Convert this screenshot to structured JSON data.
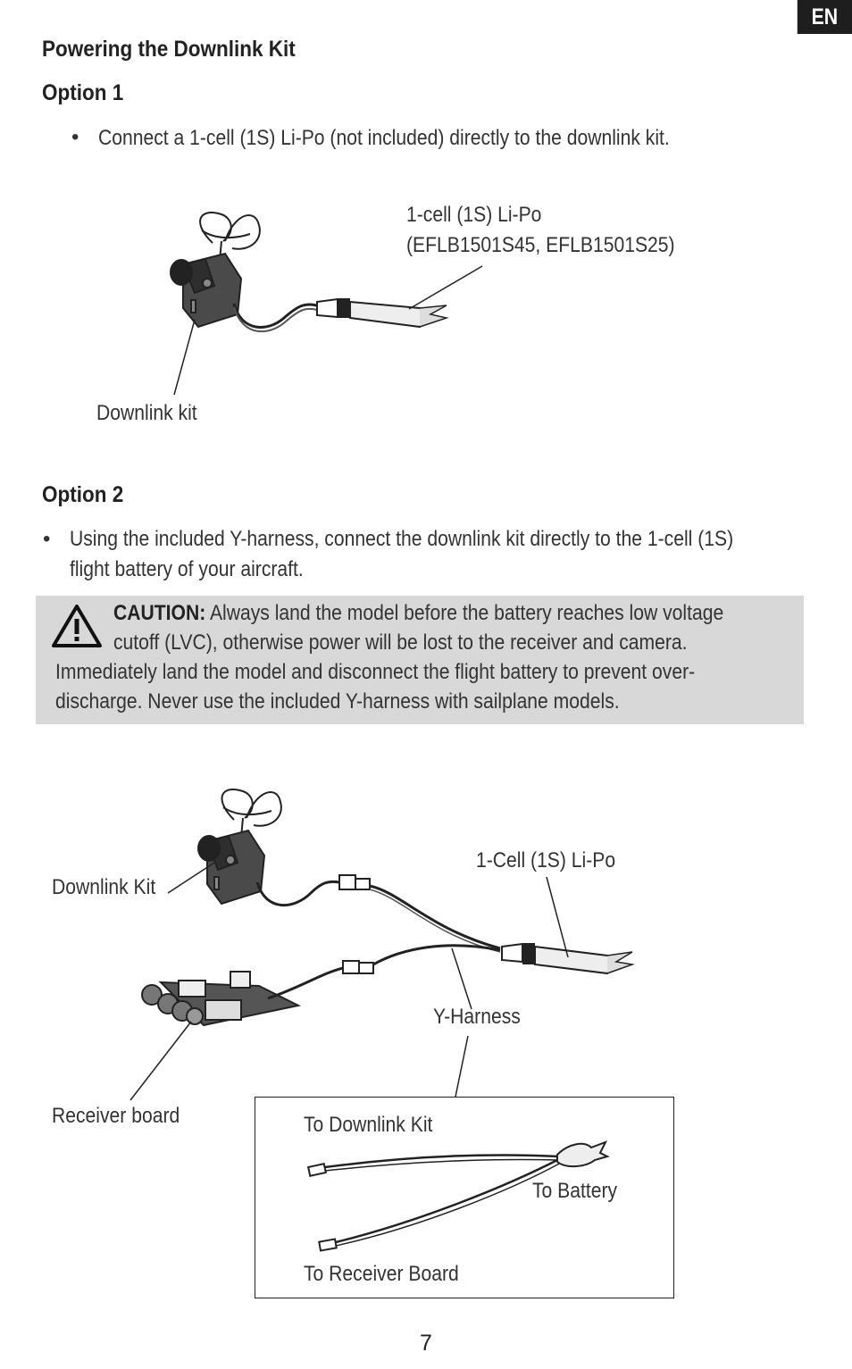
{
  "lang_tab": "EN",
  "section_title": "Powering the Downlink Kit",
  "option1": {
    "heading": "Option 1",
    "bullet": "Connect a 1-cell (1S) Li-Po (not included) directly to the downlink kit.",
    "figure": {
      "battery_label_line1": "1-cell (1S) Li-Po",
      "battery_label_line2": "(EFLB1501S45, EFLB1501S25)",
      "downlink_label": "Downlink kit"
    }
  },
  "option2": {
    "heading": "Option 2",
    "bullet_line1": "Using the included Y-harness, connect the downlink kit directly to the 1-cell (1S)",
    "bullet_line2": "flight battery of your aircraft."
  },
  "caution": {
    "label": "CAUTION:",
    "line1": " Always land the model before the battery reaches low voltage",
    "line2": "cutoff (LVC), otherwise power will be lost to the receiver and camera.",
    "line3": "Immediately land the model and disconnect the flight battery to prevent over-",
    "line4": "discharge. Never use the included Y-harness with sailplane models.",
    "icon": "warning-triangle"
  },
  "figure2": {
    "downlink_label": "Downlink Kit",
    "battery_label": "1-Cell (1S) Li-Po",
    "harness_label": "Y-Harness",
    "receiver_label": "Receiver board",
    "inset": {
      "to_downlink": "To Downlink Kit",
      "to_battery": "To Battery",
      "to_receiver": "To Receiver Board"
    }
  },
  "page_number": "7"
}
